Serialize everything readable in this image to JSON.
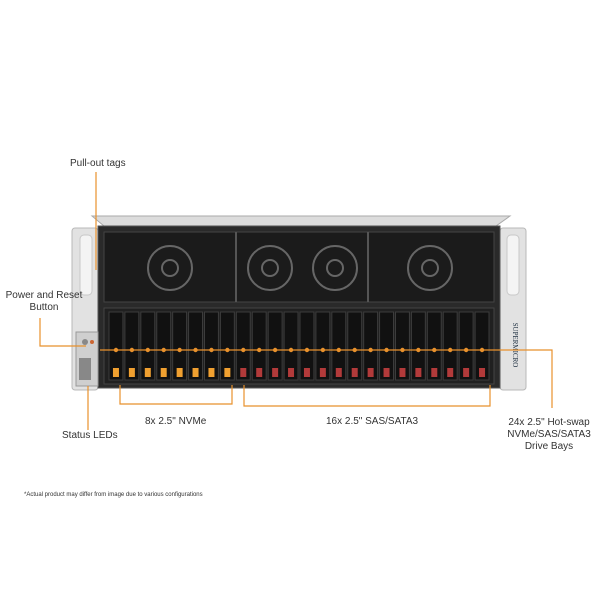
{
  "callouts": {
    "pullout_tags": "Pull-out tags",
    "power_reset_line1": "Power and Reset",
    "power_reset_line2": "Button",
    "status_leds": "Status LEDs",
    "nvme_group": "8x 2.5\" NVMe",
    "sas_group": "16x 2.5\" SAS/SATA3",
    "hotswap_line1": "24x 2.5\" Hot-swap",
    "hotswap_line2": "NVMe/SAS/SATA3",
    "hotswap_line3": "Drive Bays"
  },
  "brand": "SUPERMICRO",
  "footnote": "*Actual product may differ from image due to various configurations",
  "colors": {
    "callout_line": "#e8912c",
    "nvme_tab": "#f0a030",
    "sas_tab": "#b23a3a",
    "chassis": "#2a2a2a",
    "ear": "#d8d8d8"
  },
  "drive_bays": {
    "nvme_count": 8,
    "sas_count": 16
  }
}
